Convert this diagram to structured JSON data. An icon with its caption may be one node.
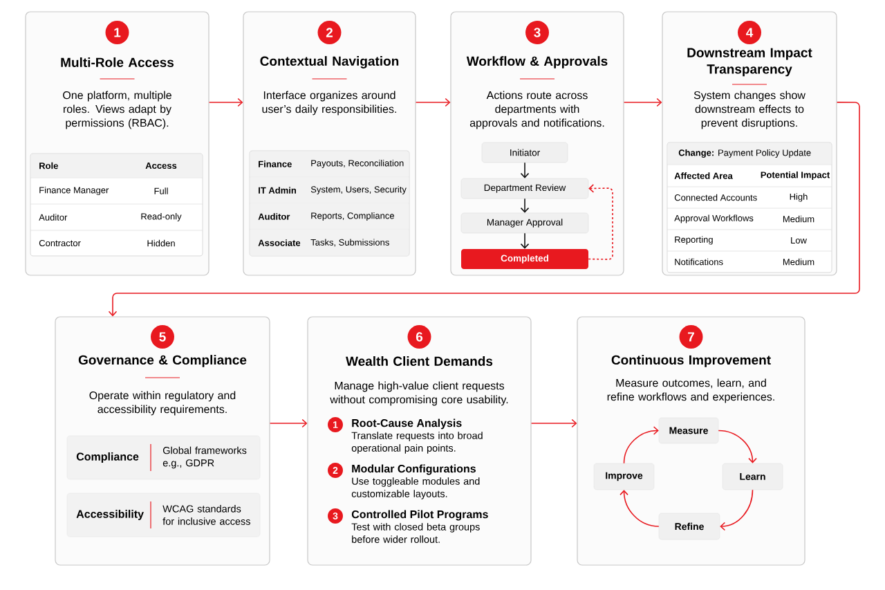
{
  "diagram": {
    "nodes": [
      {
        "text": [
          "1",
          "Multi-Role Access",
          "One platform, multiple roles. Views adapt by permissions (RBAC)."
        ]
      },
      {
        "text": [
          "Role",
          "Access",
          "Finance Manager",
          "Full",
          "Auditor",
          "Read-only",
          "Contractor",
          "Hidden"
        ],
        "in": 0
      },
      {
        "text": [
          "2",
          "Contextual Navigation",
          "Interface organizes around user’s daily responsibilities."
        ]
      },
      {
        "text": [
          "Finance",
          "Payouts, Reconciliation",
          "IT Admin",
          "System, Users, Security",
          "Auditor",
          "Reports, Compliance",
          "Associate",
          "Tasks, Submissions"
        ],
        "in": 2
      },
      {
        "text": [
          "3",
          "Workflow & Approvals",
          "Actions route across departments with approvals and notifications."
        ]
      },
      {
        "text": [
          "Initiator"
        ],
        "in": 4
      },
      {
        "text": [
          "Department Review"
        ],
        "in": 4
      },
      {
        "text": [
          "Manager Approval"
        ],
        "in": 4
      },
      {
        "text": [
          "Completed"
        ],
        "in": 4
      },
      {
        "text": [
          "4",
          "Downstream Impact Transparency",
          "System changes show downstream effects to prevent disruptions."
        ]
      },
      {
        "text": [
          "**Change:** Payment Policy Update",
          "Affected Area",
          "Potential Impact",
          "Connected Accounts",
          "High",
          "Approval Workflows",
          "Medium",
          "Reporting",
          "Low",
          "Notifications",
          "Medium"
        ],
        "in": 9
      },
      {
        "text": [
          "5",
          "Governance & Compliance",
          "Operate within regulatory and accessibility requirements."
        ]
      },
      {
        "text": [
          "Compliance",
          "Global frameworks e.g., GDPR"
        ],
        "in": 11
      },
      {
        "text": [
          "Accessibility",
          "WCAG standards for inclusive access"
        ],
        "in": 11
      },
      {
        "text": [
          "6",
          "Wealth Client Demands",
          "Manage high-value client requests without compromising core usability.",
          "1",
          "Root-Cause Analysis",
          "Translate requests into broad operational pain points.",
          "2",
          "Modular Configurations",
          "Use toggleable modules and customizable layouts.",
          "3",
          "Controlled Pilot Programs",
          "Test with closed beta groups before wider rollout."
        ]
      },
      {
        "text": [
          "7",
          "Continuous Improvement",
          "Measure outcomes, learn, and refine workflows and experiences."
        ]
      },
      {
        "text": [
          "Measure"
        ],
        "in": 15
      },
      {
        "text": [
          "Learn"
        ],
        "in": 15
      },
      {
        "text": [
          "Refine"
        ],
        "in": 15
      },
      {
        "text": [
          "Improve"
        ],
        "in": 15
      }
    ],
    "edges": [
      {
        "from": 0,
        "to": 2,
        "arrow": "to"
      },
      {
        "from": 2,
        "to": 4,
        "arrow": "to"
      },
      {
        "from": 4,
        "to": 9,
        "arrow": "to"
      },
      {
        "from": 9,
        "to": 11,
        "arrow": "to"
      },
      {
        "from": 11,
        "to": 14,
        "arrow": "to"
      },
      {
        "from": 14,
        "to": 15,
        "arrow": "to"
      },
      {
        "from": 5,
        "to": 6,
        "arrow": "to",
        "color": "#111111"
      },
      {
        "from": 6,
        "to": 7,
        "arrow": "to",
        "color": "#111111"
      },
      {
        "from": 7,
        "to": 8,
        "arrow": "to",
        "color": "#111111"
      },
      {
        "from": 8,
        "to": 6,
        "arrow": "to",
        "style": "dashed"
      },
      {
        "from": 16,
        "to": 17,
        "arrow": "to"
      },
      {
        "from": 17,
        "to": 18,
        "arrow": "to"
      },
      {
        "from": 18,
        "to": 19,
        "arrow": "to"
      },
      {
        "from": 19,
        "to": 16,
        "arrow": "to"
      }
    ]
  }
}
